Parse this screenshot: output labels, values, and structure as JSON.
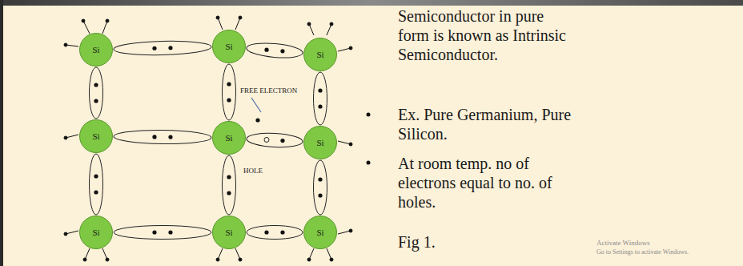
{
  "diagram": {
    "nodes": [
      {
        "text": [
          "Si"
        ]
      },
      {
        "text": [
          "Si"
        ]
      },
      {
        "text": [
          "Si"
        ]
      },
      {
        "text": [
          "Si"
        ]
      },
      {
        "text": [
          "Si"
        ]
      },
      {
        "text": [
          "Si"
        ]
      },
      {
        "text": [
          "Si"
        ]
      },
      {
        "text": [
          "Si"
        ]
      },
      {
        "text": [
          "Si"
        ]
      }
    ],
    "edges": [
      {
        "from": 0,
        "to": 1,
        "arrow": "none"
      },
      {
        "from": 1,
        "to": 2,
        "arrow": "none"
      },
      {
        "from": 3,
        "to": 4,
        "arrow": "none"
      },
      {
        "from": 4,
        "to": 5,
        "arrow": "none"
      },
      {
        "from": 6,
        "to": 7,
        "arrow": "none"
      },
      {
        "from": 7,
        "to": 8,
        "arrow": "none"
      },
      {
        "from": 0,
        "to": 3,
        "arrow": "none"
      },
      {
        "from": 3,
        "to": 6,
        "arrow": "none"
      },
      {
        "from": 1,
        "to": 4,
        "arrow": "none"
      },
      {
        "from": 4,
        "to": 7,
        "arrow": "none"
      },
      {
        "from": 2,
        "to": 5,
        "arrow": "none"
      },
      {
        "from": 5,
        "to": 8,
        "arrow": "none"
      }
    ],
    "labels": [
      "FREE ELECTRON",
      "HOLE",
      "Semiconductor in pure form is known as Intrinsic Semiconductor.",
      "Ex. Pure Germanium, Pure Silicon.",
      "At room temp. no of electrons equal to no. of holes.",
      "Fig 1.",
      "Activate Windows",
      "Go to Settings to activate Windows."
    ]
  }
}
